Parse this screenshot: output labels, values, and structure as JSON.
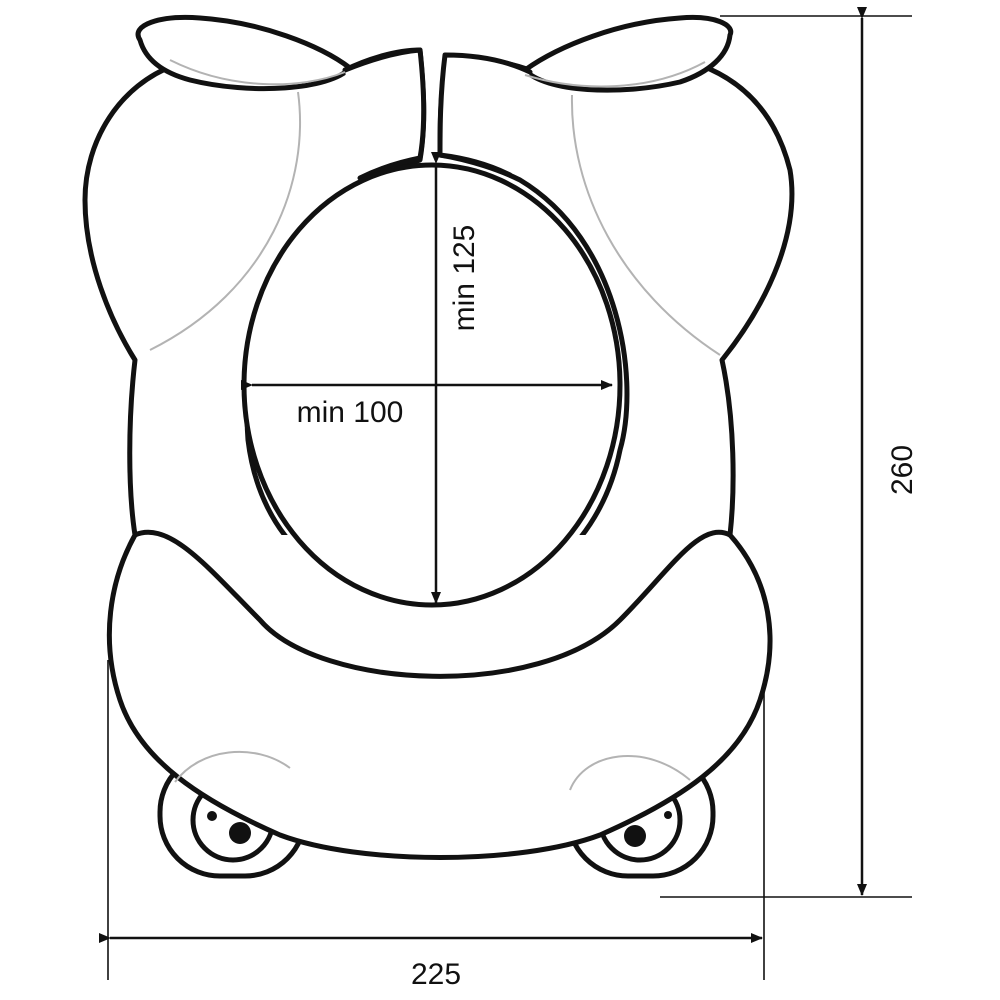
{
  "diagram": {
    "labels": {
      "opening_width": "min 100",
      "opening_height": "min 125",
      "overall_height": "260",
      "overall_width": "225"
    },
    "colors": {
      "outline": "#111111",
      "inner_detail": "#b3b3b3",
      "fill": "#ffffff"
    }
  }
}
